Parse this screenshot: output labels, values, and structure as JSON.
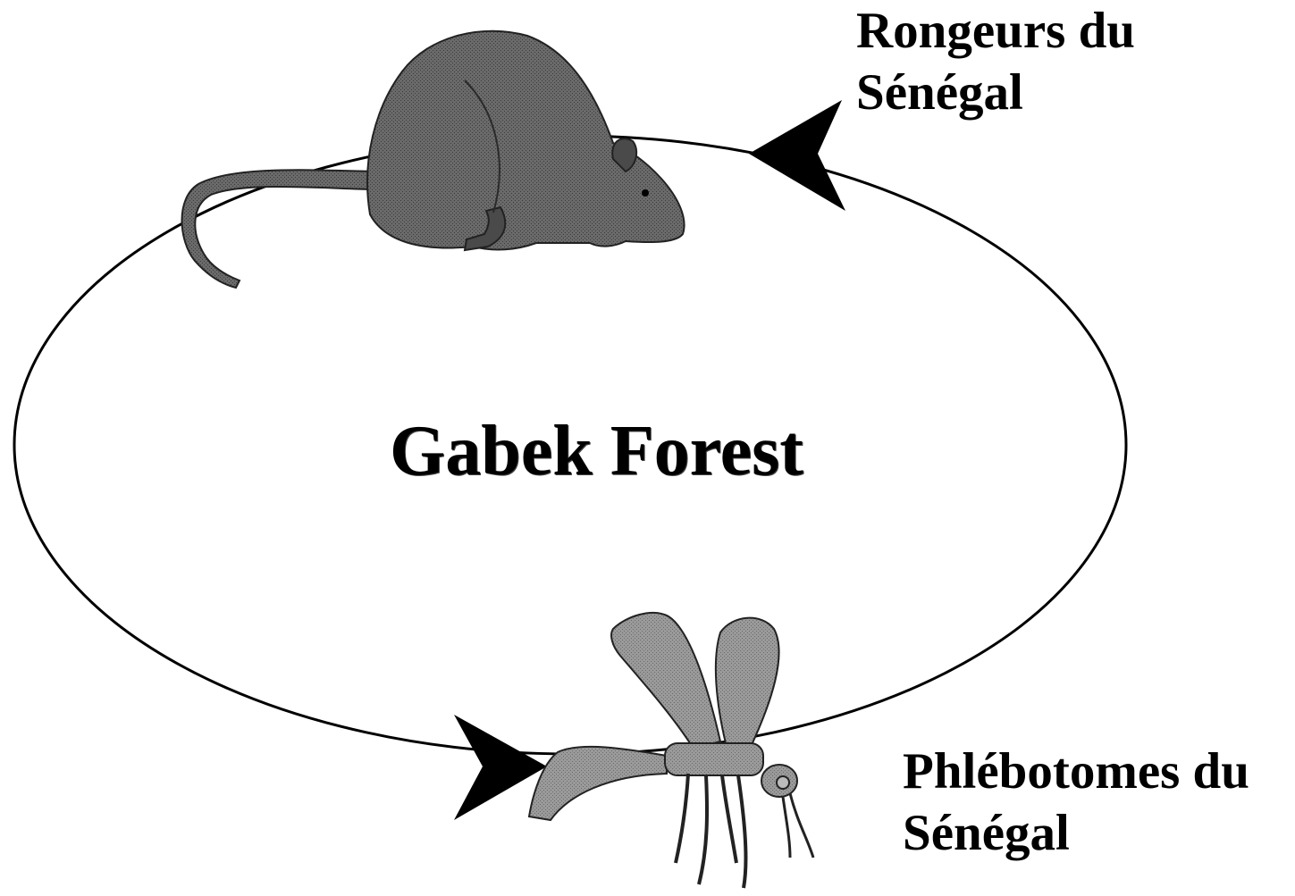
{
  "diagram": {
    "center_label": "Gabek Forest",
    "host_label": {
      "line1": "Rongeurs du",
      "line2": "Sénégal"
    },
    "vector_label": {
      "line1": "Phlébotomes du",
      "line2": "Sénégal"
    },
    "icons": {
      "host": "rat-icon",
      "vector": "sandfly-icon"
    },
    "colors": {
      "line": "#000000",
      "animal_fill": "#5a5a5a",
      "insect_fill": "#8c8c8c",
      "background": "#ffffff"
    }
  }
}
